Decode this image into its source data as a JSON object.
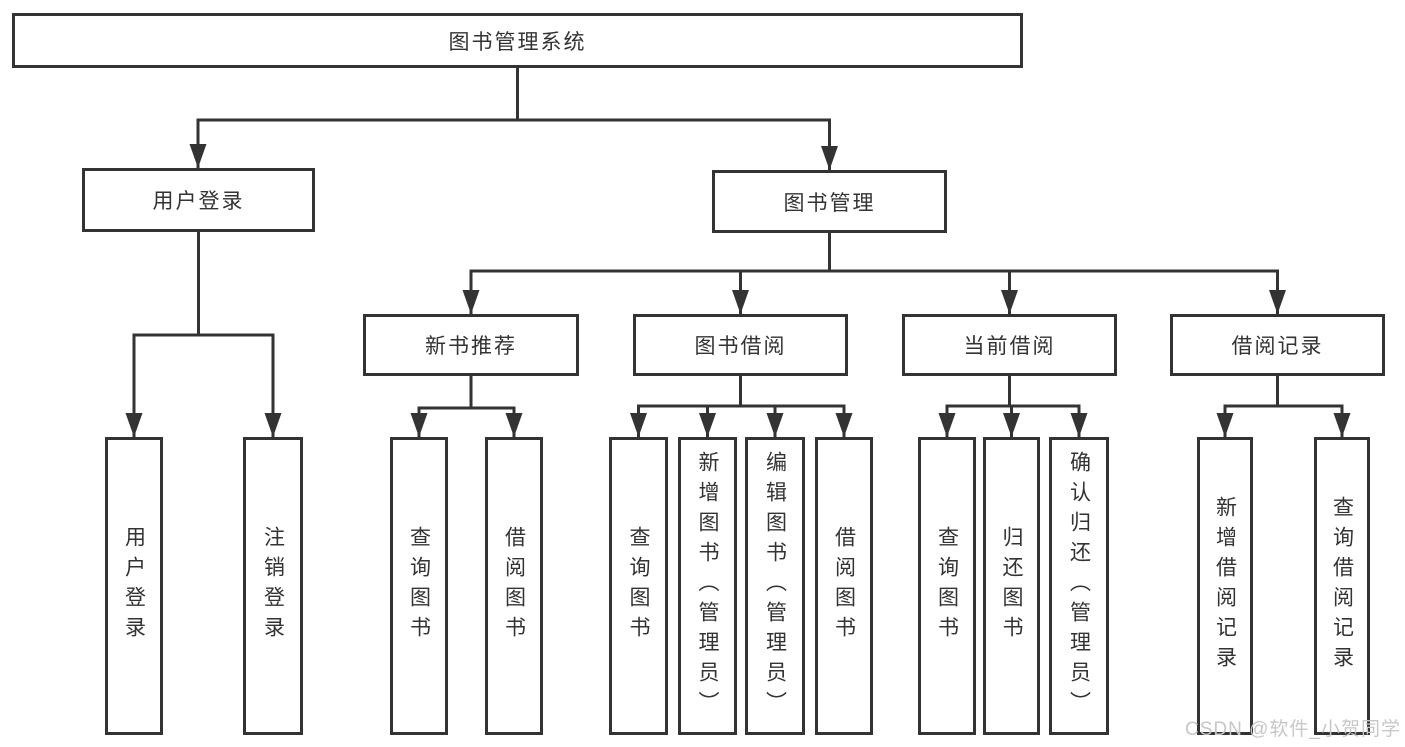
{
  "diagram_type": "hierarchy-tree",
  "colors": {
    "line": "#333333",
    "box_border": "#333333",
    "box_background": "#ffffff",
    "text": "#333333",
    "watermark": "#c7c7c7",
    "page_background": "#ffffff"
  },
  "nodes": {
    "root": "图书管理系统",
    "user_login": "用户登录",
    "book_management": "图书管理",
    "new_book_recommend": "新书推荐",
    "book_borrowing": "图书借阅",
    "current_borrowing": "当前借阅",
    "borrowing_records": "借阅记录",
    "leaf_user_login": "用户登录",
    "leaf_logout": "注销登录",
    "leaf_rec_query": "查询图书",
    "leaf_rec_borrow": "借阅图书",
    "leaf_bor_query": "查询图书",
    "leaf_bor_add": "新增图书（管理员）",
    "leaf_bor_edit": "编辑图书（管理员）",
    "leaf_bor_borrow": "借阅图书",
    "leaf_cur_query": "查询图书",
    "leaf_cur_return": "归还图书",
    "leaf_cur_confirm": "确认归还（管理员）",
    "leaf_records_add": "新增借阅记录",
    "leaf_records_query": "查询借阅记录"
  },
  "watermark": "CSDN @软件_小贺同学"
}
